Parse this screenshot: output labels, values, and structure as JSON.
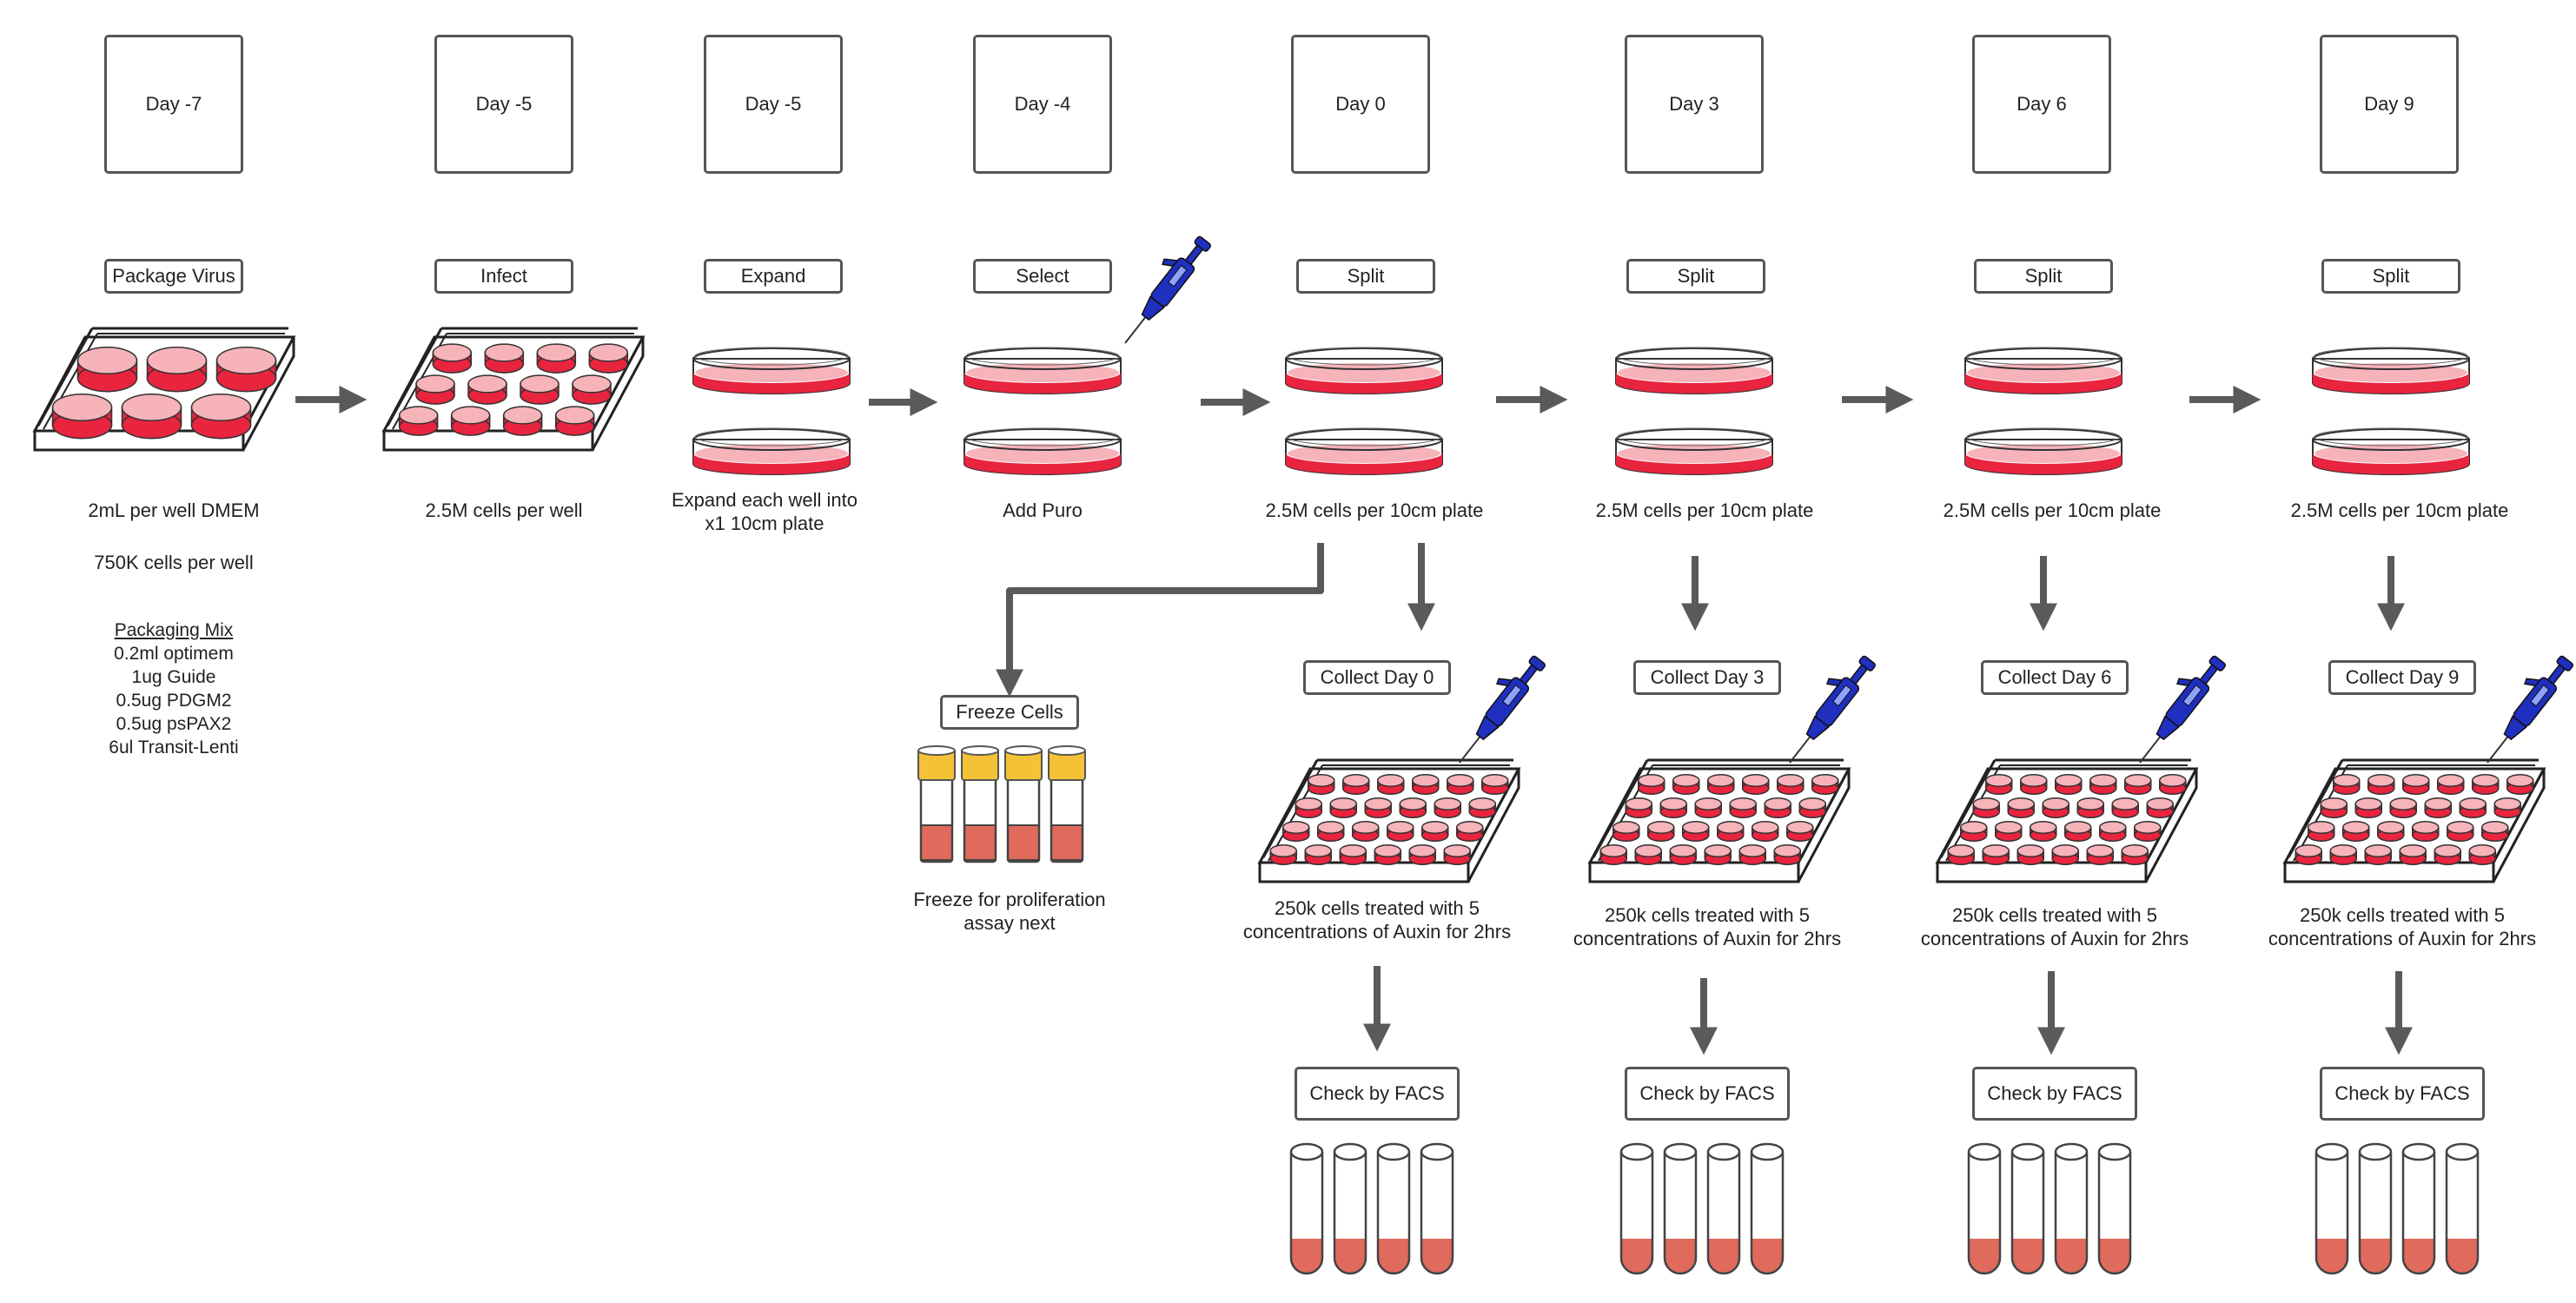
{
  "days": [
    "Day -7",
    "Day -5",
    "Day -5",
    "Day -4",
    "Day 0",
    "Day 3",
    "Day 6",
    "Day 9"
  ],
  "steps": [
    "Package Virus",
    "Infect",
    "Expand",
    "Select",
    "Split",
    "Split",
    "Split",
    "Split"
  ],
  "descriptions": {
    "package_dmem": "2mL per well DMEM",
    "package_cells": "750K cells per well",
    "infect": "2.5M cells per well",
    "expand_line1": "Expand each well into",
    "expand_line2": "x1 10cm plate",
    "select": "Add Puro",
    "split": [
      "2.5M cells per 10cm plate",
      "2.5M cells per 10cm plate",
      "2.5M cells per 10cm plate",
      "2.5M cells per 10cm plate"
    ]
  },
  "packaging_mix": {
    "heading": "Packaging Mix",
    "items": [
      "0.2ml optimem",
      "1ug Guide",
      "0.5ug PDGM2",
      "0.5ug psPAX2",
      "6ul Transit-Lenti"
    ]
  },
  "freeze": {
    "label": "Freeze Cells",
    "line1": "Freeze for proliferation",
    "line2": "assay next"
  },
  "collect": [
    "Collect Day 0",
    "Collect Day 3",
    "Collect Day 6",
    "Collect Day 9"
  ],
  "treatment": {
    "line1": "250k cells treated with 5",
    "line2": "concentrations of Auxin for 2hrs"
  },
  "facs_label": "Check by FACS",
  "colors": {
    "outline": "#555555",
    "arrow": "#5a5a5a",
    "media": "#e8243f",
    "media_light": "#f6b3b9",
    "tube_fill": "#e06a5c",
    "cap": "#f4c236",
    "pipette": "#1f2fbf"
  }
}
